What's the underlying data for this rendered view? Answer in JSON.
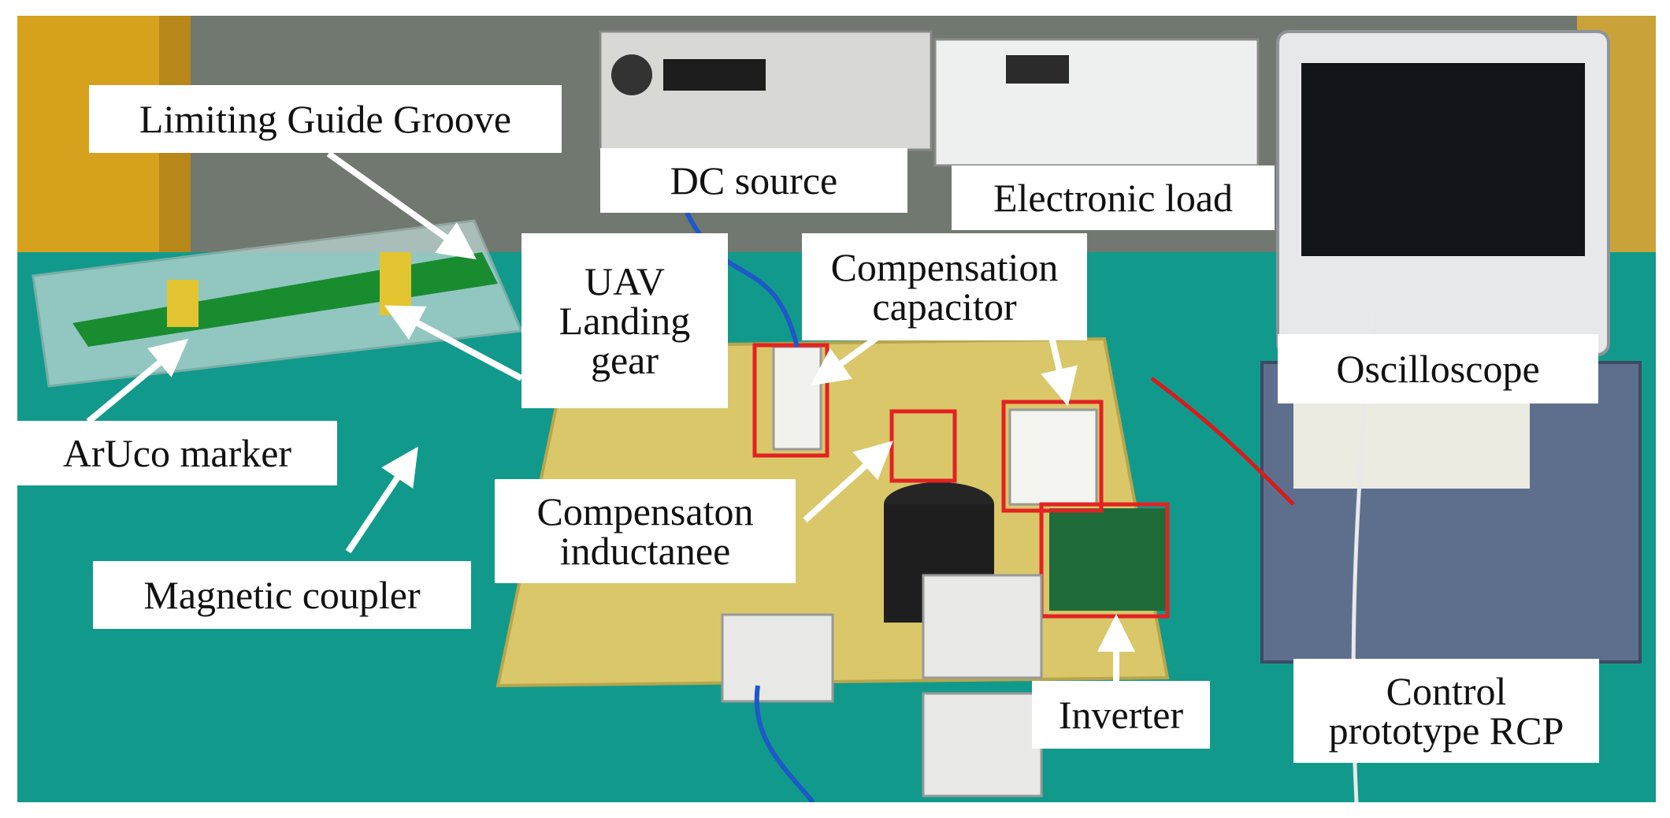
{
  "figure": {
    "labels": {
      "limiting_guide_groove": "Limiting Guide Groove",
      "dc_source": "DC source",
      "electronic_load": "Electronic load",
      "uav_landing_gear": "UAV\nLanding\ngear",
      "compensation_capacitor": "Compensation\ncapacitor",
      "oscilloscope": "Oscilloscope",
      "aruco_marker": "ArUco marker",
      "compensation_inductance": "Compensaton\ninductanee",
      "magnetic_coupler": "Magnetic coupler",
      "inverter": "Inverter",
      "control_prototype": "Control\nprototype RCP"
    }
  }
}
